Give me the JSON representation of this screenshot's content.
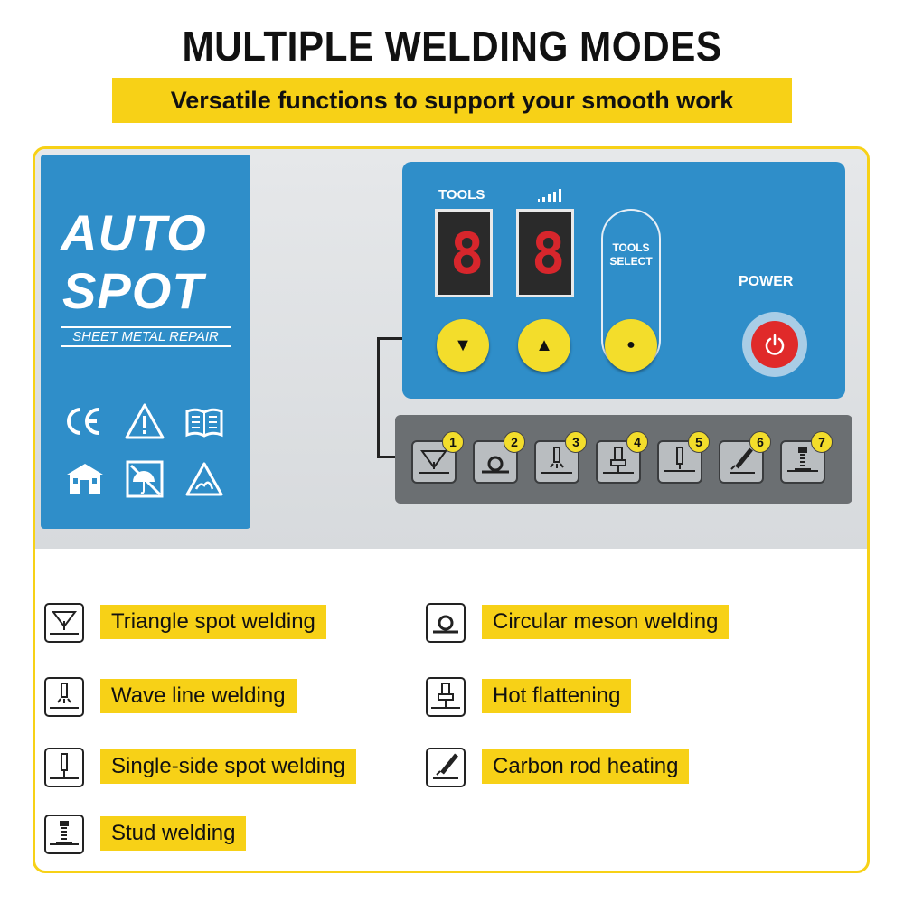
{
  "header": {
    "title": "MULTIPLE WELDING MODES",
    "subtitle": "Versatile functions to support your smooth work"
  },
  "brand_panel": {
    "line1": "AUTO",
    "line2": "SPOT",
    "tagline": "SHEET METAL REPAIR",
    "cert_icons": [
      "ce-mark-icon",
      "warning-triangle-icon",
      "manual-book-icon",
      "indoor-use-icon",
      "keep-dry-icon",
      "hot-surface-icon"
    ]
  },
  "control_panel": {
    "tools_label": "TOOLS",
    "tools_select_label_1": "TOOLS",
    "tools_select_label_2": "SELECT",
    "power_label": "POWER",
    "display_tools_value": "8",
    "display_level_value": "8",
    "down_symbol": "▼",
    "up_symbol": "▲",
    "select_symbol": "●"
  },
  "mode_buttons": [
    "1",
    "2",
    "3",
    "4",
    "5",
    "6",
    "7"
  ],
  "legend": [
    {
      "label": "Triangle spot welding",
      "icon": "triangle-spot-icon"
    },
    {
      "label": "Circular meson welding",
      "icon": "circular-meson-icon"
    },
    {
      "label": "Wave line welding",
      "icon": "wave-line-icon"
    },
    {
      "label": "Hot flattening",
      "icon": "hot-flattening-icon"
    },
    {
      "label": "Single-side spot welding",
      "icon": "single-side-spot-icon"
    },
    {
      "label": "Carbon rod heating",
      "icon": "carbon-rod-icon"
    },
    {
      "label": "Stud welding",
      "icon": "stud-welding-icon"
    }
  ],
  "colors": {
    "accent_yellow": "#f7d117",
    "panel_blue": "#2f8ec9",
    "display_red": "#d7262c",
    "power_red": "#e02a2a",
    "strip_gray": "#6b6f72"
  }
}
